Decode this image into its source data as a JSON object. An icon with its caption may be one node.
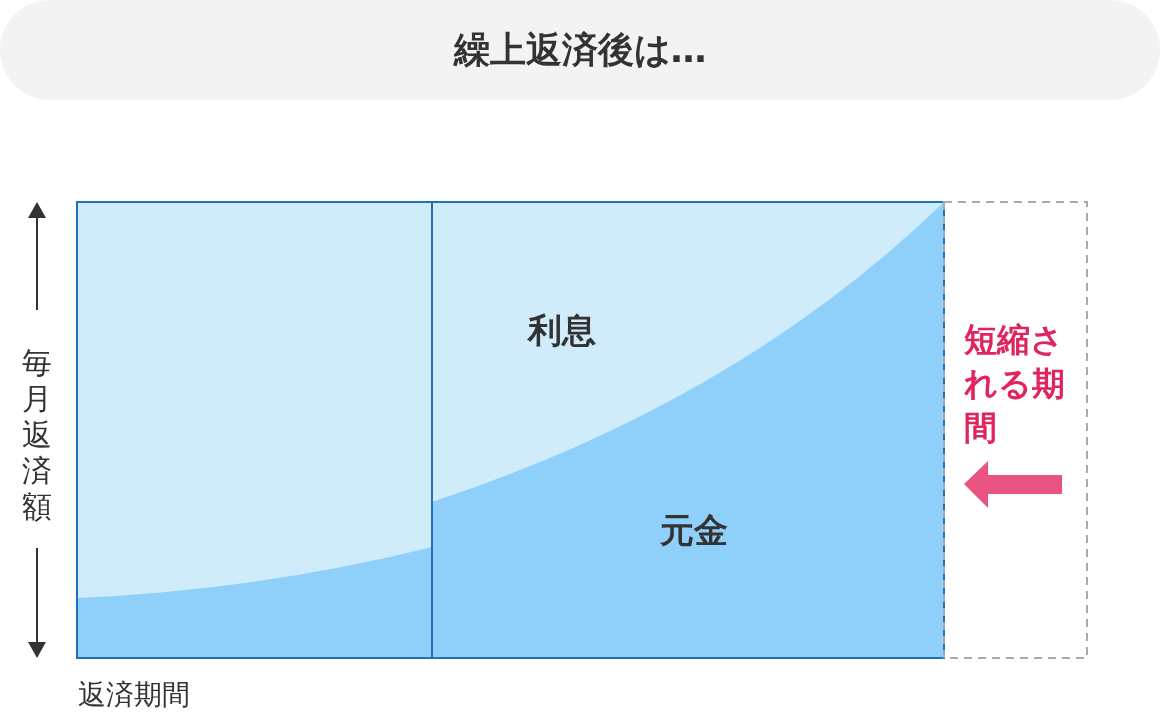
{
  "diagram": {
    "title": "繰上返済後は…",
    "labels": [
      "利息",
      "短縮される期間",
      "毎月返済額",
      "元金",
      "返済期間"
    ]
  }
}
